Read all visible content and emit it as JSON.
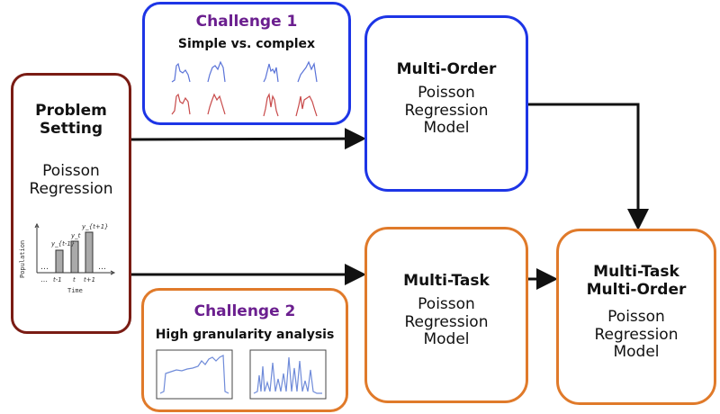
{
  "problem": {
    "title_line1": "Problem",
    "title_line2": "Setting",
    "sub_line1": "Poisson",
    "sub_line2": "Regression",
    "inset": {
      "ylabel": "Population",
      "xlabel": "Time",
      "label_prev": "y_{t-1}",
      "label_cur": "y_t",
      "label_next": "y_{t+1}",
      "tick_prev": "t-1",
      "tick_cur": "t",
      "tick_next": "t+1",
      "ellipsis": "…"
    }
  },
  "challenge1": {
    "title": "Challenge 1",
    "subtitle": "Simple vs. complex"
  },
  "challenge2": {
    "title": "Challenge 2",
    "subtitle": "High granularity analysis"
  },
  "multi_order": {
    "title": "Multi-Order",
    "line1": "Poisson",
    "line2": "Regression",
    "line3": "Model"
  },
  "multi_task": {
    "title": "Multi-Task",
    "line1": "Poisson",
    "line2": "Regression",
    "line3": "Model"
  },
  "mtmo": {
    "title_line1": "Multi-Task",
    "title_line2": "Multi-Order",
    "line1": "Poisson",
    "line2": "Regression",
    "line3": "Model"
  },
  "colors": {
    "blue": "#1d35e6",
    "orange": "#e07a2a",
    "darkred": "#7a1c14",
    "purple": "#6b1f8f"
  }
}
